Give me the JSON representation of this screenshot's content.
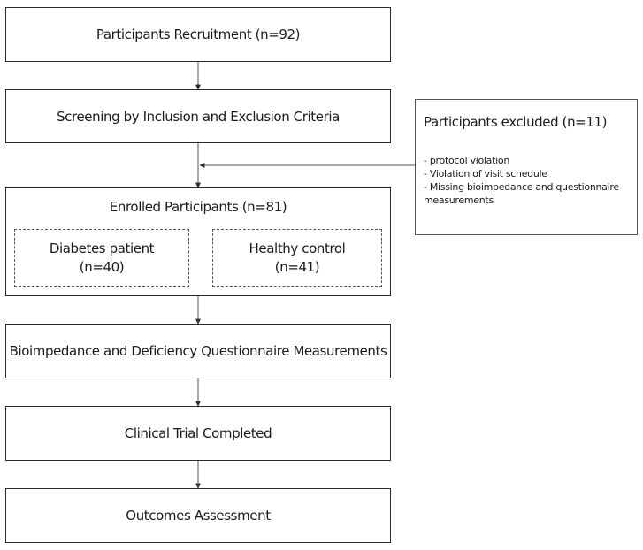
{
  "flowchart": {
    "recruitment": "Participants Recruitment (n=92)",
    "screening": "Screening by Inclusion and Exclusion Criteria",
    "enrolled": {
      "title": "Enrolled Participants (n=81)",
      "diabetes": {
        "label": "Diabetes patient",
        "count": "(n=40)"
      },
      "healthy": {
        "label": "Healthy control",
        "count": "(n=41)"
      }
    },
    "measurements": "Bioimpedance and Deficiency Questionnaire Measurements",
    "completed": "Clinical Trial Completed",
    "outcomes": "Outcomes Assessment"
  },
  "excluded": {
    "title": "Participants excluded (n=11)",
    "reasons": [
      "- protocol violation",
      "- Violation of visit schedule",
      "- Missing bioimpedance and questionnaire measurements"
    ]
  }
}
